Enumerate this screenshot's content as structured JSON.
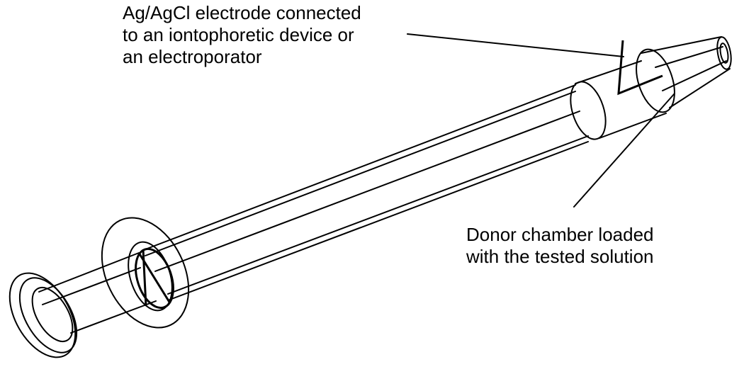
{
  "diagram": {
    "annotations": {
      "electrode": {
        "lines": [
          "Ag/AgCl electrode connected",
          "to an iontophoretic device or",
          "an electroporator"
        ]
      },
      "donor_chamber": {
        "lines": [
          "Donor chamber loaded",
          "with the tested solution"
        ]
      }
    },
    "colors": {
      "line": "#000000",
      "background": "#ffffff"
    }
  }
}
